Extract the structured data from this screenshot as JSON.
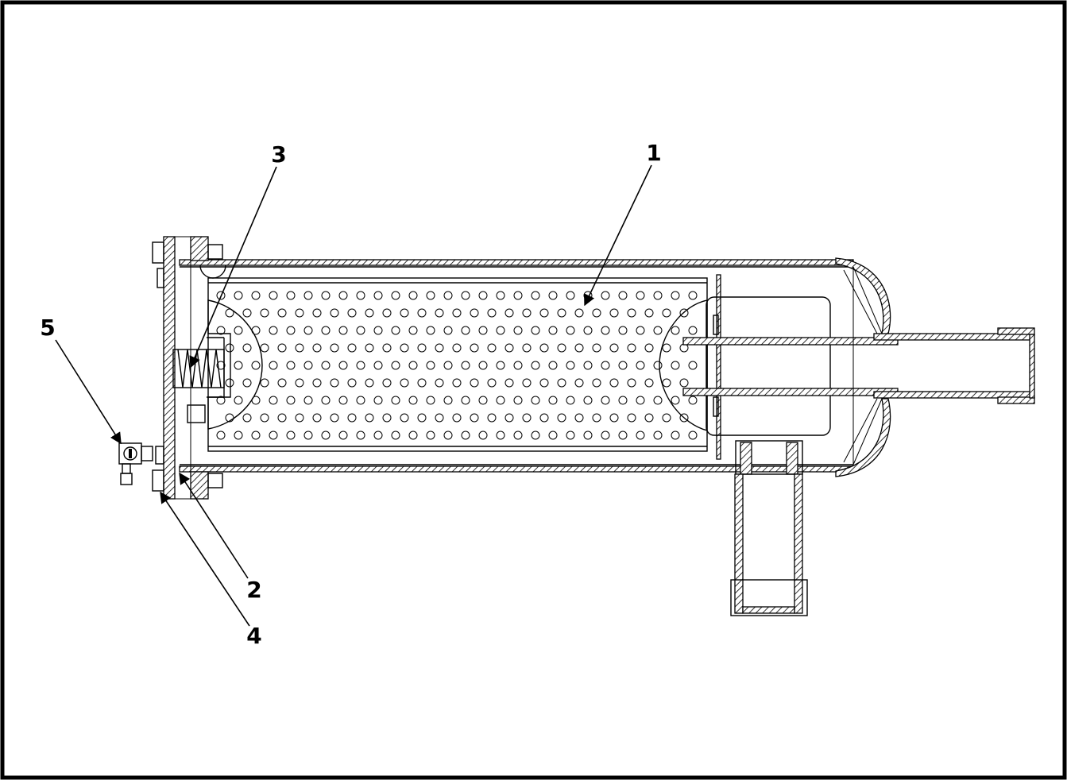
{
  "diagram": {
    "callouts": [
      {
        "id": "callout-1",
        "label": "1"
      },
      {
        "id": "callout-2",
        "label": "2"
      },
      {
        "id": "callout-3",
        "label": "3"
      },
      {
        "id": "callout-4",
        "label": "4"
      },
      {
        "id": "callout-5",
        "label": "5"
      }
    ],
    "colors": {
      "line": "#000000",
      "background": "#ffffff"
    }
  }
}
